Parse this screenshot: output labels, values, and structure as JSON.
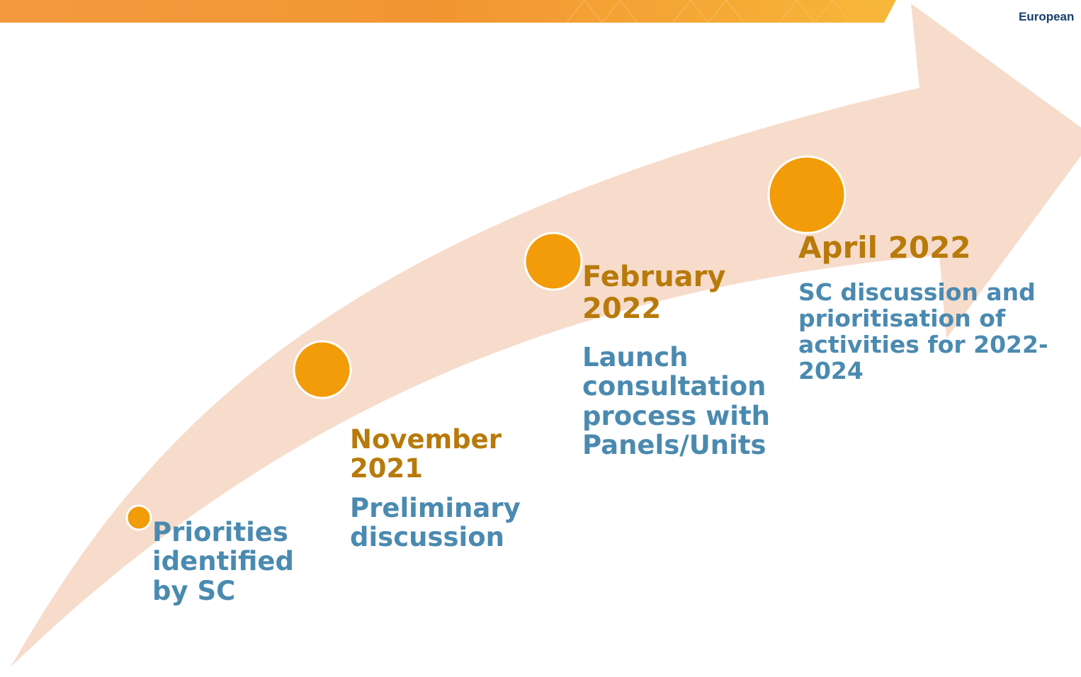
{
  "header": {
    "organization": "European",
    "banner_color": "#f29a3c"
  },
  "colors": {
    "arrow": "#f7dccb",
    "node_fill": "#f29c0a",
    "node_border": "#ffffff",
    "date_text": "#b87a0a",
    "description_text": "#4b8ab0"
  },
  "timeline": {
    "milestones": [
      {
        "date": "",
        "description_lines": [
          "Priorities",
          "identified",
          "by SC"
        ]
      },
      {
        "date_lines": [
          "November",
          "2021"
        ],
        "description_lines": [
          "Preliminary",
          "discussion"
        ]
      },
      {
        "date_lines": [
          "February",
          "2022"
        ],
        "description_lines": [
          "Launch",
          "consultation",
          "process with",
          "Panels/Units"
        ]
      },
      {
        "date_lines": [
          "April 2022"
        ],
        "description_lines": [
          "SC discussion and",
          "prioritisation of",
          "activities for 2022-",
          "2024"
        ]
      }
    ]
  }
}
